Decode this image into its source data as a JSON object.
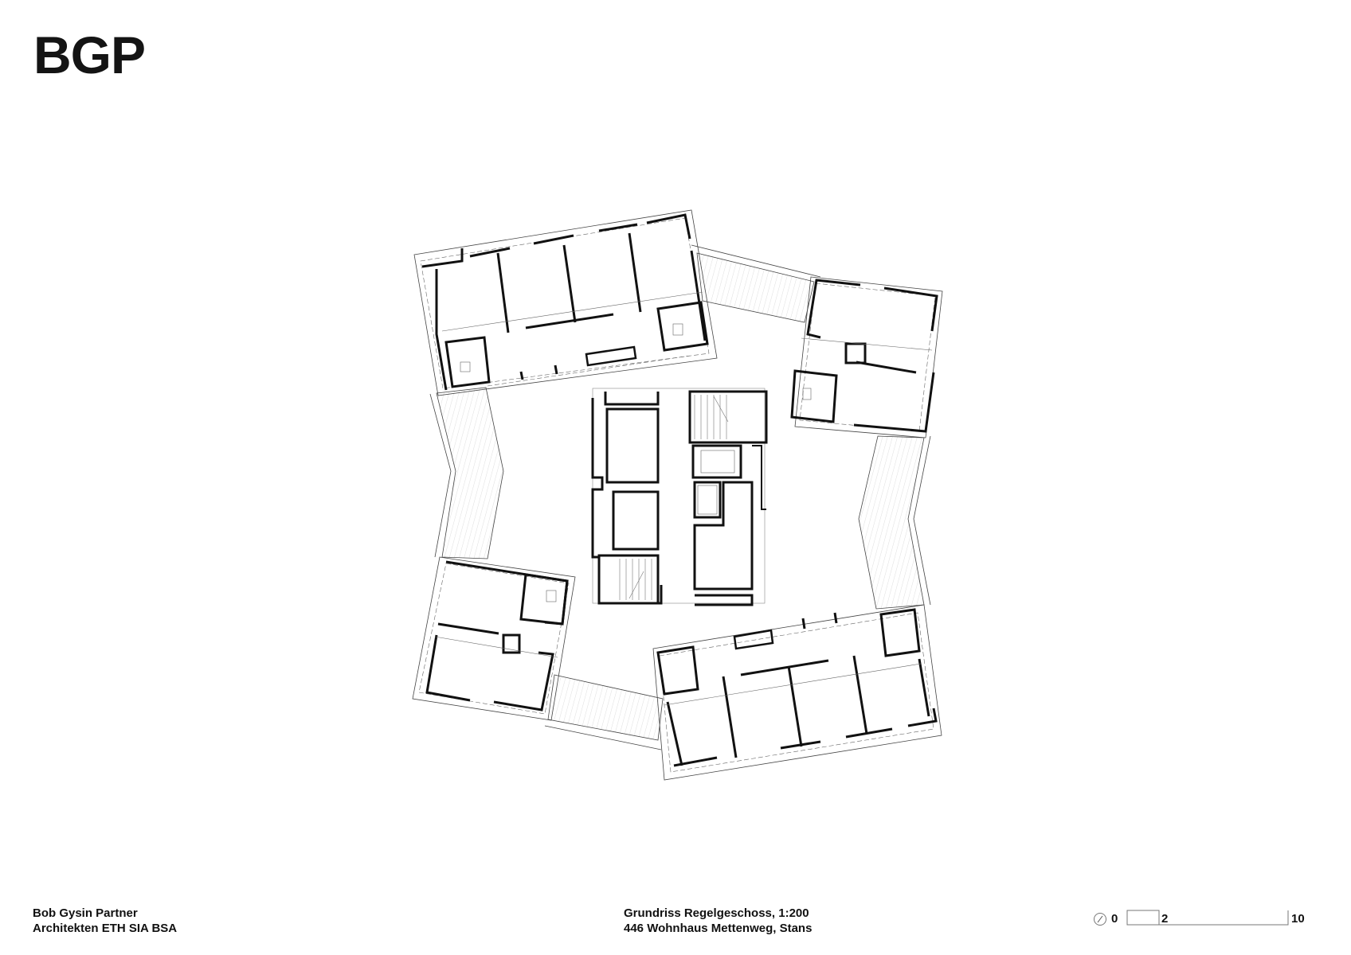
{
  "header": {
    "logo": "BGP"
  },
  "footer": {
    "office": {
      "line1": "Bob Gysin Partner",
      "line2": "Architekten ETH SIA BSA"
    },
    "drawing": {
      "line1": "Grundriss Regelgeschoss, 1:200",
      "line2": "446 Wohnhaus Mettenweg, Stans"
    },
    "scalebar": {
      "north_icon": "north-arrow-icon",
      "labels": [
        "0",
        "2",
        "10"
      ],
      "unit_hint": "m"
    }
  },
  "plan": {
    "type": "floor-plan",
    "title": "Grundriss Regelgeschoss",
    "scale": "1:200",
    "wings": [
      "north-west",
      "north-east",
      "south-east",
      "south-west"
    ],
    "core": "central stair and elevator core",
    "colors": {
      "line": "#111111",
      "thin": "#444444",
      "hatch": "#bbbbbb",
      "background": "#ffffff"
    }
  }
}
